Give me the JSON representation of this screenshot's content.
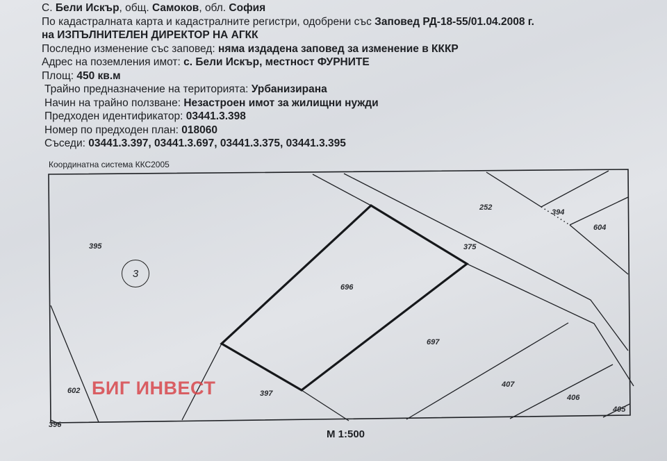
{
  "header": {
    "line1": {
      "prefix": "С. ",
      "village": "Бели Искър",
      "sep1": ", общ. ",
      "municipality": "Самоков",
      "sep2": ", обл. ",
      "region": "София"
    },
    "line2": {
      "text": "По кадастралната карта и кадастралните регистри, одобрени със ",
      "order": "Заповед РД-18-55/01.04.2008 г."
    },
    "line3": {
      "text": "на ИЗПЪЛНИТЕЛЕН ДИРЕКТОР НА АГКК"
    },
    "line4": {
      "label": "Последно изменение със заповед: ",
      "value": "няма издадена заповед за изменение в КККР"
    },
    "line5": {
      "label": "Адрес на поземления имот: ",
      "value": "с. Бели Искър, местност ФУРНИТЕ"
    },
    "line6": {
      "label": "Площ: ",
      "value": "450 кв.м"
    },
    "line7": {
      "label": "Трайно предназначение на територията: ",
      "value": "Урбанизирана"
    },
    "line8": {
      "label": "Начин на трайно ползване: ",
      "value": "Незастроен имот за жилищни нужди"
    },
    "line9": {
      "label": "Предходен идентификатор: ",
      "value": "03441.3.398"
    },
    "line10": {
      "label": "Номер по предходен план: ",
      "value": "018060"
    },
    "line11": {
      "label": "Съседи: ",
      "value": "03441.3.397, 03441.3.697, 03441.3.375, 03441.3.395"
    }
  },
  "map": {
    "coordinate_system": "Координатна система ККС2005",
    "parcels": {
      "p395": "395",
      "p252": "252",
      "p394": "394",
      "p604": "604",
      "p375": "375",
      "p696": "696",
      "p697": "697",
      "p397": "397",
      "p602": "602",
      "p407": "407",
      "p406": "406",
      "p405": "405",
      "p396": "396"
    },
    "block_number": "3",
    "scale": "М 1:500"
  },
  "watermark": "БИГ ИНВЕСТ"
}
